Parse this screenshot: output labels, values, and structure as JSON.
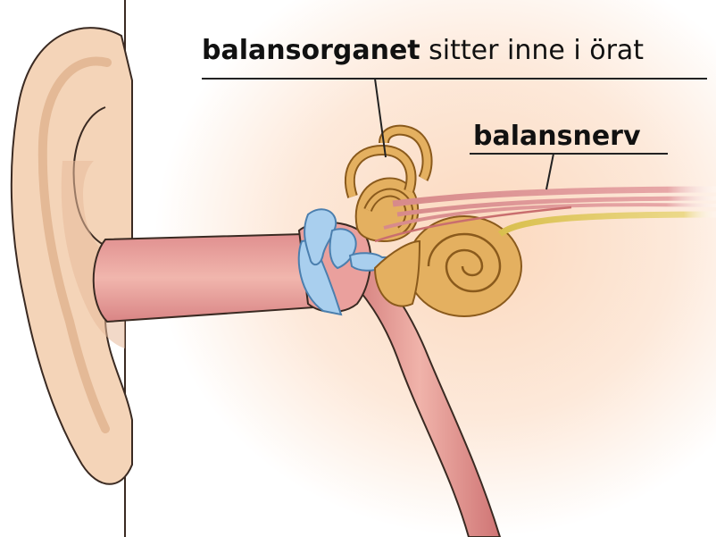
{
  "labels": {
    "balance_organ_bold": "balansorganet",
    "balance_organ_rest": " sitter inne i örat",
    "balance_nerve": "balansnerv"
  },
  "colors": {
    "skin": "#fbe7d6",
    "skin_glow": "#fde2cc",
    "ear_outer": "#f6d9c0",
    "ear_shadow": "#e8b99b",
    "ear_canal": "#e9a8a4",
    "ear_canal_dark": "#c96e6e",
    "ossicles": "#a9cfee",
    "ossicles_stroke": "#4b7fae",
    "cochlea": "#e4b060",
    "cochlea_dark": "#b9822f",
    "nerve_red": "#d78a8a",
    "nerve_yellow": "#e8d36a",
    "outline": "#3a2a22",
    "text": "#111111"
  }
}
